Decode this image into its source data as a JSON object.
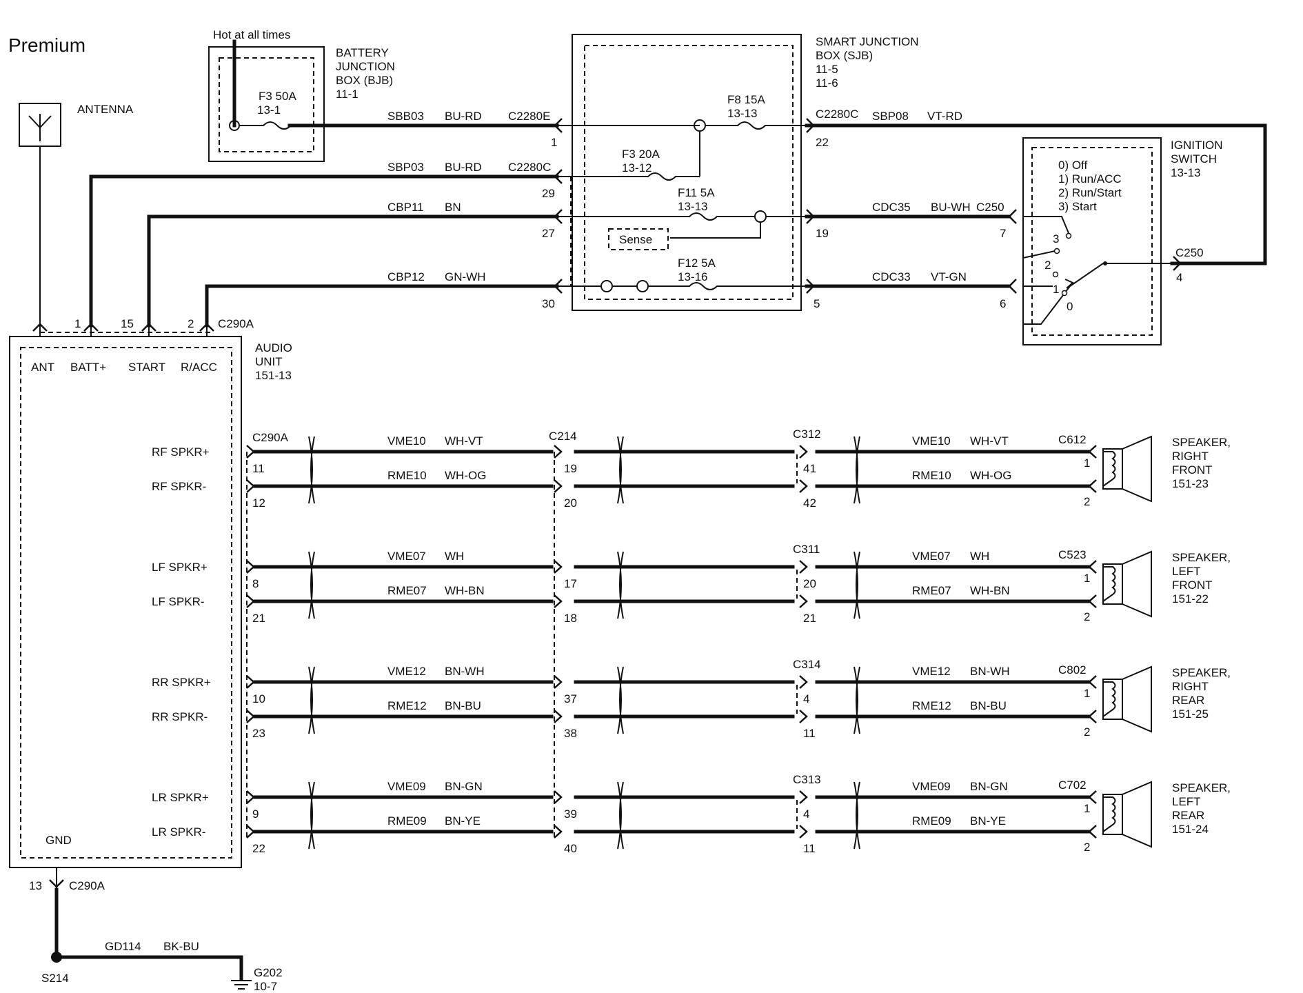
{
  "title": "Premium",
  "hot_label": "Hot at all times",
  "antenna": {
    "label": "ANTENNA"
  },
  "bjb": {
    "lines": [
      "BATTERY",
      "JUNCTION",
      "BOX (BJB)",
      "11-1"
    ],
    "fuse": "F3   50A",
    "fuse_ref": "13-1"
  },
  "sjb": {
    "lines": [
      "SMART  JUNCTION",
      "BOX (SJB)",
      "11-5",
      "11-6"
    ],
    "fuses": [
      {
        "name": "F8  15A",
        "ref": "13-13"
      },
      {
        "name": "F3  20A",
        "ref": "13-12"
      },
      {
        "name": "F11  5A",
        "ref": "13-13"
      },
      {
        "name": "F12  5A",
        "ref": "13-16"
      }
    ],
    "sense": "Sense"
  },
  "ignition": {
    "lines": [
      "IGNITION",
      "SWITCH",
      "13-13"
    ],
    "positions": [
      "0) Off",
      "1) Run/ACC",
      "2) Run/Start",
      "3) Start"
    ],
    "connector": "C250",
    "pin": "4",
    "switch_pins": [
      "3",
      "2",
      "1",
      "0"
    ]
  },
  "power_circuits": [
    {
      "circuit": "SBB03",
      "color": "BU-RD",
      "connector": "C2280E",
      "pin": "1"
    },
    {
      "circuit": "SBP03",
      "color": "BU-RD",
      "connector": "C2280C",
      "pin": "29"
    },
    {
      "circuit": "CBP11",
      "color": "BN",
      "pin": "27"
    },
    {
      "circuit": "CBP12",
      "color": "GN-WH",
      "pin": "30"
    }
  ],
  "sjb_outputs": [
    {
      "connector": "C2280C",
      "circuit": "SBP08",
      "color": "VT-RD",
      "pin": "22"
    },
    {
      "circuit": "CDC35",
      "color": "BU-WH",
      "connector": "C250",
      "pin": "19",
      "ign_pin": "7"
    },
    {
      "circuit": "CDC33",
      "color": "VT-GN",
      "pin": "5",
      "ign_pin": "6"
    }
  ],
  "audio_unit": {
    "lines": [
      "AUDIO",
      "UNIT",
      "151-13"
    ],
    "top_pins": [
      {
        "label": "ANT",
        "pin": ""
      },
      {
        "label": "BATT+",
        "pin": "1"
      },
      {
        "label": "START",
        "pin": "15"
      },
      {
        "label": "R/ACC",
        "pin": "2"
      }
    ],
    "top_connector": "C290A",
    "speaker_connector": "C290A",
    "gnd_label": "GND",
    "gnd_pin": "13",
    "gnd_connector": "C290A"
  },
  "mid_connector": "C214",
  "speakers": [
    {
      "pos_label": "RF SPKR+",
      "neg_label": "RF SPKR-",
      "au_pins": [
        "11",
        "12"
      ],
      "c214_pins": [
        "19",
        "20"
      ],
      "inline_conn": "C312",
      "inline_pins": [
        "41",
        "42"
      ],
      "spk_conn": "C612",
      "spk_pins": [
        "1",
        "2"
      ],
      "pos_circuit": "VME10",
      "pos_color": "WH-VT",
      "neg_circuit": "RME10",
      "neg_color": "WH-OG",
      "name": [
        "SPEAKER,",
        "RIGHT",
        "FRONT",
        "151-23"
      ]
    },
    {
      "pos_label": "LF SPKR+",
      "neg_label": "LF SPKR-",
      "au_pins": [
        "8",
        "21"
      ],
      "c214_pins": [
        "17",
        "18"
      ],
      "inline_conn": "C311",
      "inline_pins": [
        "20",
        "21"
      ],
      "spk_conn": "C523",
      "spk_pins": [
        "1",
        "2"
      ],
      "pos_circuit": "VME07",
      "pos_color": "WH",
      "neg_circuit": "RME07",
      "neg_color": "WH-BN",
      "name": [
        "SPEAKER,",
        "LEFT",
        "FRONT",
        "151-22"
      ]
    },
    {
      "pos_label": "RR SPKR+",
      "neg_label": "RR SPKR-",
      "au_pins": [
        "10",
        "23"
      ],
      "c214_pins": [
        "37",
        "38"
      ],
      "inline_conn": "C314",
      "inline_pins": [
        "4",
        "11"
      ],
      "spk_conn": "C802",
      "spk_pins": [
        "1",
        "2"
      ],
      "pos_circuit": "VME12",
      "pos_color": "BN-WH",
      "neg_circuit": "RME12",
      "neg_color": "BN-BU",
      "name": [
        "SPEAKER,",
        "RIGHT",
        "REAR",
        "151-25"
      ]
    },
    {
      "pos_label": "LR SPKR+",
      "neg_label": "LR SPKR-",
      "au_pins": [
        "9",
        "22"
      ],
      "c214_pins": [
        "39",
        "40"
      ],
      "inline_conn": "C313",
      "inline_pins": [
        "4",
        "11"
      ],
      "spk_conn": "C702",
      "spk_pins": [
        "1",
        "2"
      ],
      "pos_circuit": "VME09",
      "pos_color": "BN-GN",
      "neg_circuit": "RME09",
      "neg_color": "BN-YE",
      "name": [
        "SPEAKER,",
        "LEFT",
        "REAR",
        "151-24"
      ]
    }
  ],
  "ground": {
    "splice": "S214",
    "circuit": "GD114",
    "color": "BK-BU",
    "g_point": "G202",
    "g_ref": "10-7"
  }
}
